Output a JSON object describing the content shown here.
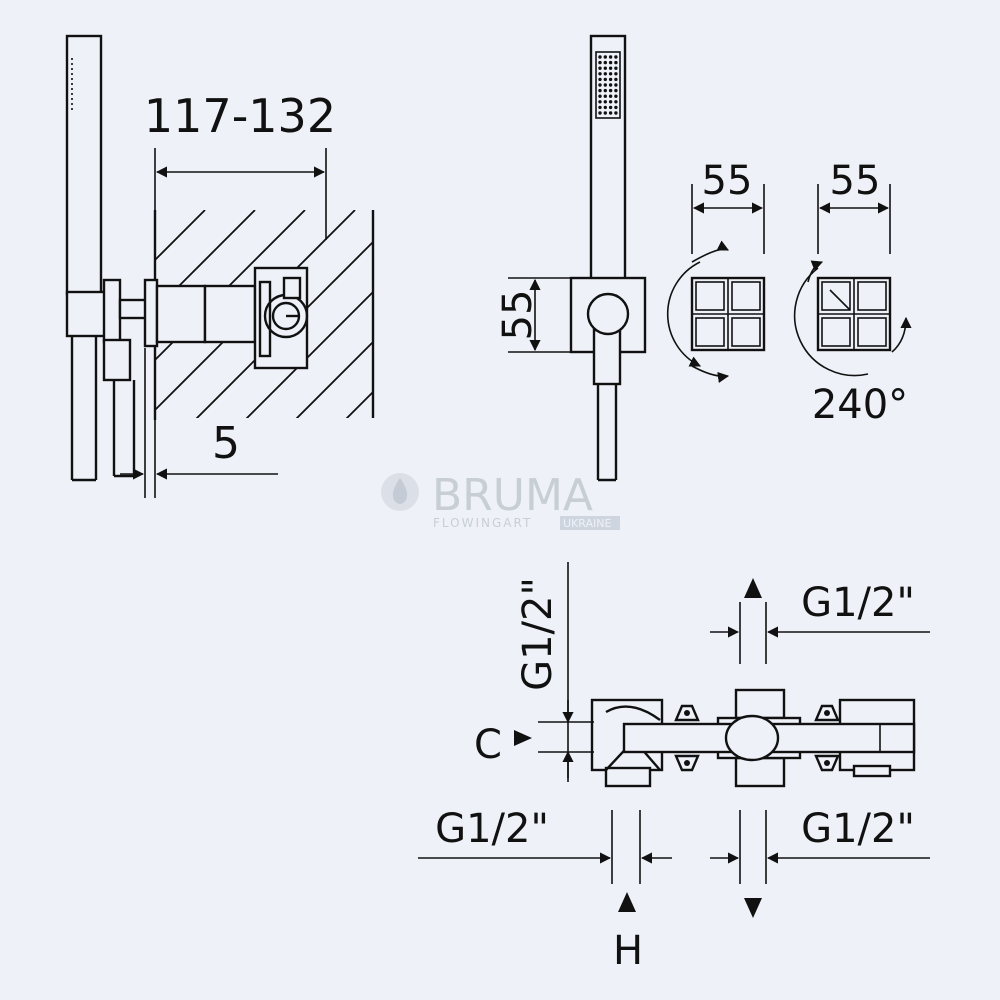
{
  "dimensions": {
    "depth_range": "117-132",
    "wall_gap": "5",
    "plate_height": "55",
    "handle_width_1": "55",
    "handle_width_2": "55",
    "rotation": "240°",
    "thread_top_left": "G1/2\"",
    "thread_top_right": "G1/2\"",
    "thread_bottom_left": "G1/2\"",
    "thread_bottom_right": "G1/2\"",
    "cold_label": "C",
    "hot_label": "H"
  },
  "watermark": {
    "brand": "BRUMA",
    "tagline": "FLOWINGART",
    "region": "UKRAINE"
  },
  "colors": {
    "background": "#eef2f8",
    "line": "#111111",
    "watermark": "#c8ced6"
  }
}
